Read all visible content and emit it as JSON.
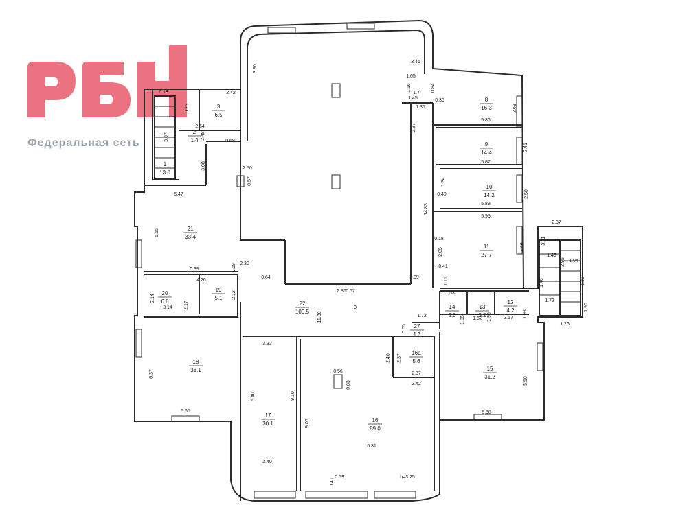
{
  "watermark": {
    "logo_text": "РБН",
    "tagline": "Федеральная сеть",
    "color": "#e85a6a"
  },
  "plan": {
    "wall_color": "#2b2b2b",
    "rooms": [
      {
        "num": "1",
        "area": "13.0"
      },
      {
        "num": "2",
        "area": "1.4"
      },
      {
        "num": "3",
        "area": "6.5"
      },
      {
        "num": "8",
        "area": "16.3"
      },
      {
        "num": "9",
        "area": "14.4"
      },
      {
        "num": "10",
        "area": "14.2"
      },
      {
        "num": "11",
        "area": "27.7"
      },
      {
        "num": "12",
        "area": "4.2"
      },
      {
        "num": "13",
        "area": "3.2"
      },
      {
        "num": "14",
        "area": "3.0"
      },
      {
        "num": "15",
        "area": "31.2"
      },
      {
        "num": "16",
        "area": "89.0"
      },
      {
        "num": "16а",
        "area": "5.6"
      },
      {
        "num": "17",
        "area": "30.1"
      },
      {
        "num": "18",
        "area": "38.1"
      },
      {
        "num": "19",
        "area": "5.1"
      },
      {
        "num": "20",
        "area": "6.8"
      },
      {
        "num": "21",
        "area": "33.4"
      },
      {
        "num": "22",
        "area": "109.5"
      },
      {
        "num": "27",
        "area": "1.3"
      }
    ],
    "dimensions": [
      "3.90",
      "3.46",
      "1.65",
      "1.16",
      "1.7",
      "1.45",
      "0.84",
      "1.36",
      "0.36",
      "2.63",
      "5.86",
      "2.37",
      "2.45",
      "5.87",
      "1.34",
      "2.50",
      "0.40",
      "5.89",
      "14.83",
      "5.95",
      "0.18",
      "2.05",
      "4.66",
      "0.41",
      "1.15",
      "1.53",
      "1.93",
      "1.72",
      "1.95",
      "1.62",
      "1.96",
      "2.17",
      "0.65",
      "2.40",
      "2.37",
      "2.37",
      "2.42",
      "5.50",
      "5.68",
      "0.56",
      "0.83",
      "9.06",
      "6.31",
      "0.40",
      "0.59",
      "h=3.25",
      "3.40",
      "9.10",
      "5.40",
      "3.33",
      "6.37",
      "5.66",
      "2.14",
      "3.14",
      "2.17",
      "2.12",
      "4.26",
      "2.30",
      "0.59",
      "0.39",
      "5.55",
      "5.47",
      "3.08",
      "3.07",
      "6.18",
      "2.42",
      "0.25",
      "2.64",
      "2.48",
      "0.69",
      "2.50",
      "0.57",
      "0.64",
      "2.36",
      "0.57",
      "0",
      "11.80",
      "3.09",
      "2.37",
      "3.11",
      "1.46",
      "2.95",
      "1.04",
      "1.46",
      "1.72",
      "1.30",
      "1.90",
      "1.26",
      "2.97"
    ]
  }
}
